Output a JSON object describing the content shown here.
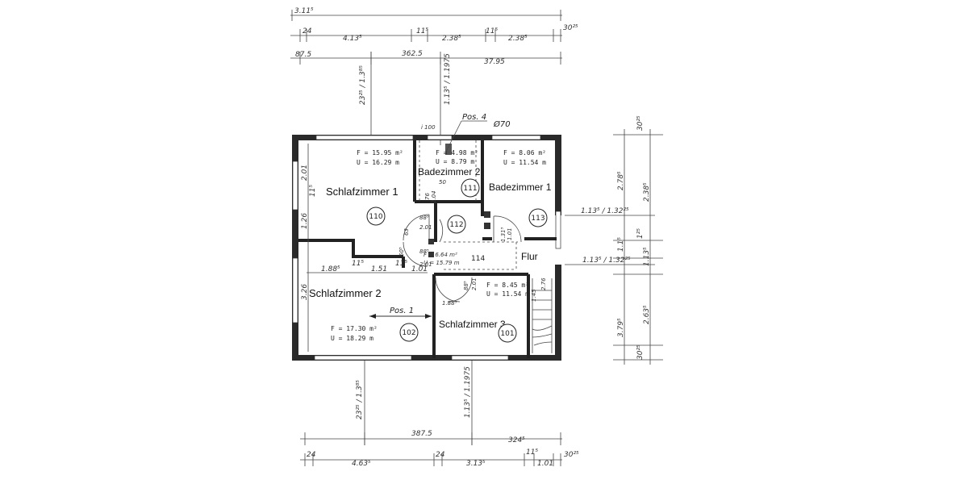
{
  "plan": {
    "rooms": [
      {
        "id": "schlafzimmer-1",
        "name": "Schlafzimmer 1",
        "area": "F = 15.95 m²",
        "perimeter": "U = 16.29 m",
        "number": "110"
      },
      {
        "id": "badezimmer-2",
        "name": "Badezimmer 2",
        "area": "F = 4.98 m²",
        "perimeter": "U = 8.79 m",
        "number": "111"
      },
      {
        "id": "badezimmer-1",
        "name": "Badezimmer 1",
        "area": "F = 8.06 m²",
        "perimeter": "U = 11.54 m",
        "number": "113"
      },
      {
        "id": "flur",
        "name": "Flur",
        "area": "F = 6.64 m²",
        "perimeter": "U = 15.79 m",
        "number": "114"
      },
      {
        "id": "schlafzimmer-2",
        "name": "Schlafzimmer 2",
        "area": "F = 17.30 m²",
        "perimeter": "U = 18.29 m",
        "number": "102"
      },
      {
        "id": "schlafzimmer-3",
        "name": "Schlafzimmer 3",
        "area": "F = 8.45 m²",
        "perimeter": "U = 11.54 m",
        "number": "101"
      }
    ],
    "extra_numbers": [
      "112"
    ],
    "annotations": {
      "pos1": "Pos. 1",
      "pos4": "Pos. 4",
      "phi": "Ø70",
      "i100": "i 100"
    },
    "dimensions": {
      "top": {
        "overall": "3.11⁵",
        "row1": [
          "24",
          "4.13⁵",
          "11⁵",
          "2.38⁵",
          "11⁵",
          "2.38⁵",
          "30²⁵"
        ],
        "row2": [
          "87.5",
          "362.5",
          "37.95"
        ],
        "openings": [
          "23²⁵ / 1.3⁸⁵",
          "1.13⁵ / 1.1975"
        ]
      },
      "bottom": {
        "row1": [
          "387.5",
          "324⁵"
        ],
        "row2": [
          "24",
          "4.63⁵",
          "24",
          "3.13⁵",
          "11⁵",
          "1.01",
          "30²⁵"
        ],
        "openings": [
          "23²⁵ / 1.3⁸⁵",
          "1.13⁵ / 1.1975"
        ]
      },
      "right": {
        "col1": [
          "30²⁵",
          "2.78⁵",
          "1.1⁵",
          "3.79⁵",
          "30²⁵"
        ],
        "col2": [
          "2.38⁵",
          "1²⁵",
          "1.13⁵",
          "2.63⁵"
        ],
        "window": [
          "1.13⁵ / 1.32²⁵",
          "1.13⁵ / 1.32²⁵"
        ]
      },
      "interior": [
        "2.01",
        "1.26",
        "11⁵",
        "3.26",
        "1.88⁵",
        "11⁵",
        "1.51",
        "11⁵",
        "1.01",
        "88⁵",
        "2.01",
        "88⁵",
        "2.01",
        "1.31⁵",
        "88⁵",
        "2.01",
        "1.88⁵",
        "1.01",
        "76",
        "2.04",
        "50",
        "63",
        "50⁵",
        "1.45",
        "2.76"
      ]
    }
  }
}
